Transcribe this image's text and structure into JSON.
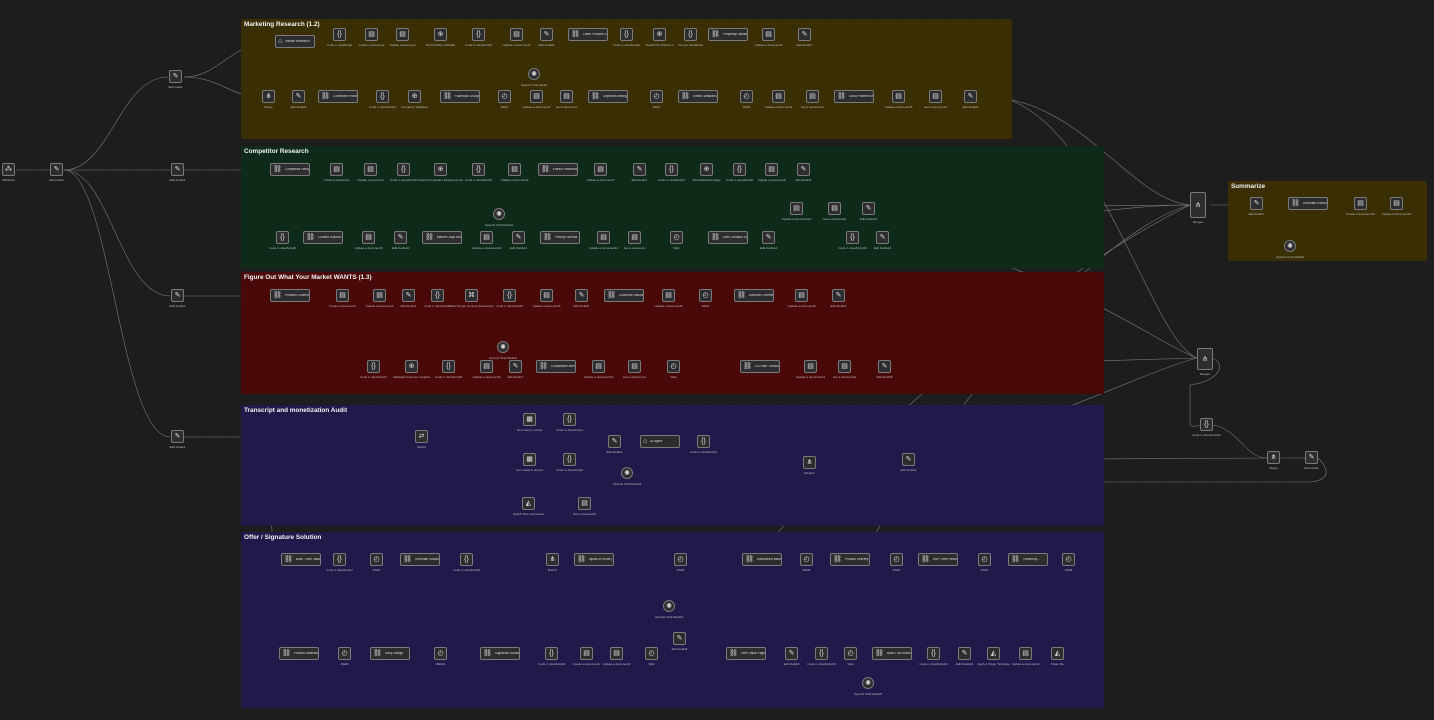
{
  "groups": {
    "marketing": {
      "title": "Marketing Research (1.2)",
      "color": "#3a2e05"
    },
    "competitor": {
      "title": "Competitor Research",
      "color": "#0e2b1a"
    },
    "wants": {
      "title": "Figure Out What Your Market WANTS (1.3)",
      "color": "#4a0909"
    },
    "transcript": {
      "title": "Transcript and monetization Audit",
      "color": "#1f1a4a"
    },
    "offer": {
      "title": "Offer / Signature Solution",
      "color": "#1f1a4a"
    },
    "summarize": {
      "title": "Summarize",
      "color": "#3a2e05"
    }
  },
  "nodes": {
    "webhook": "Webhook",
    "edit_fields": "Edit Fields",
    "edit_fields1": "Edit Fields",
    "edit_fields2": "Edit Fields2",
    "edit_fields3": "Edit Fields3",
    "edit_fields4": "Edit Fields4",
    "mr_market_research": "Market Research",
    "mr_code_js": "Code in JavaScript",
    "mr_create_doc": "Create a document",
    "mr_update_doc": "Update a document",
    "mr_find_problem": "Find Problem (Reddit)",
    "mr_code_js2": "Code in JavaScript2",
    "mr_update_doc1": "Update a document1",
    "mr_edit_fields": "Edit Fields6",
    "mr_client_problem": "Client Problem List",
    "mr_code_js3": "Code in JavaScript3",
    "mr_reddit_top": "Reddit Top Problems",
    "mr_convert_js": "Convert JavaScript",
    "mr_perplexity": "Perplexity Validation",
    "mr_update_doc2": "Update a document2",
    "mr_edit_fields7": "Edit Fields7",
    "mr_merge": "Merge",
    "mr_edit_fields8": "Edit Fields8",
    "mr_combined": "Combined Problems",
    "mr_code_js4": "Code in JavaScript4",
    "mr_perplexity_validated": "Perplexity Validated",
    "mr_facebook": "Facebook Groups",
    "mr_wait1": "Wait1",
    "mr_update_doc3": "Update a document3",
    "mr_get_doc": "Get a document",
    "mr_objection": "Objection Mining",
    "mr_wait2": "Wait2",
    "mr_extract": "Extract Detailed Activities Wish...",
    "mr_wait3": "Wait3",
    "mr_update_doc4": "Update a document4",
    "mr_get_doc1": "Get a document1",
    "mr_good_problem": "Good Problem Map",
    "mr_update_doc5": "Update a document5",
    "mr_get_doc2": "Get a document2",
    "mr_edit_fields9": "Edit Fields9",
    "mr_openai": "OpenAI Chat Model",
    "cr_competitor": "Competitor Navigation",
    "cr_create_doc": "Create a document",
    "cr_update_doc": "Update a document",
    "cr_code_js5": "Code in JavaScript5",
    "cr_search_comp": "Search Competitor Features (List)",
    "cr_code_js6": "Code in JavaScript6",
    "cr_update_doc6": "Update a document6",
    "cr_extract": "Extract Testimonials...",
    "cr_update_doc7": "Update a document7",
    "cr_edit_fields": "Edit Fields7",
    "cr_code_js7": "Code in JavaScript7",
    "cr_identify": "Identify/Extract Gaps",
    "cr_code_js8": "Code in JavaScript8",
    "cr_update_doc8": "Update a document8",
    "cr_edit_fields9": "Edit Fields9",
    "cr_code_js9": "Code in JavaScript9",
    "cr_content": "Content Solution Map",
    "cr_update_doc9": "Update a document9",
    "cr_edit_fields10": "Edit Fields10",
    "cr_market_gaps": "Market Gaps and Opportunities",
    "cr_update_doc10": "Update a document10",
    "cr_edit_fields11": "Edit Fields11",
    "cr_pricing": "Pricing Formula",
    "cr_update_doc11": "Update a document11",
    "cr_get_doc": "Get a document",
    "cr_wait": "Wait",
    "cr_offer_creation": "Offer Creation Opportunities",
    "cr_edit_fields12": "Edit Fields12",
    "cr_update_doc12": "Update a document12",
    "cr_get_doc2": "Get a document2",
    "cr_edit_fields13": "Edit Fields13",
    "cr_code_js10": "Code in JavaScript10",
    "cr_edit_fields14": "Edit Fields14",
    "cr_openai": "OpenAI Chat Model1",
    "fw_problem": "Problem Content Navigator",
    "fw_create_doc": "Create a document1",
    "fw_update_doc": "Update a document4",
    "fw_edit_fields": "Edit Fields4",
    "fw_code_js": "Code in JavaScript5",
    "fw_data_scrape": "Data Scrape Content (Facebook)",
    "fw_code_js2": "Code in JavaScript6",
    "fw_update_doc2": "Update a document5",
    "fw_edit_fields2": "Edit Fields5",
    "fw_customer": "Customer Discovery",
    "fw_update_doc3": "Update a document6",
    "fw_wait": "Wait1",
    "fw_discover": "Discover Common Audi...",
    "fw_update_doc4": "Update a document8",
    "fw_edit_fields3": "Edit Fields6",
    "fw_code_js3": "Code in JavaScript7",
    "fw_validated": "Validated Customer Insights",
    "fw_code_js4": "Code in JavaScript8",
    "fw_update_doc5": "Update a document9",
    "fw_edit_fields4": "Edit Fields7",
    "fw_competitive": "Competitive Identification",
    "fw_update_doc6": "Update a document10",
    "fw_get_doc": "Get a document1",
    "fw_wait2": "Wait",
    "fw_lis_user": "LIS User Transformation...",
    "fw_update_doc7": "Update a document11",
    "fw_get_doc2": "Get a document2",
    "fw_edit_fields5": "Edit Fields8",
    "fw_openai": "OpenAI Chat Model2",
    "ta_switch": "Switch",
    "ta_get_sheet": "Get row(s) in sheet",
    "ta_code_js": "Code in JavaScript1",
    "ta_get_sheet1": "Get row(s) in sheet1",
    "ta_code_js2": "Code in JavaScript2",
    "ta_edit_fields": "Edit Fields2",
    "ta_ai_agent": "AI Agent",
    "ta_code_js3": "Code in JavaScript3",
    "ta_openai": "OpenAI Chat Model3",
    "ta_merge": "Merge2",
    "ta_edit_fields2": "Edit Fields3",
    "ta_search_files": "Search files and folders",
    "ta_get_doc": "Get a document3",
    "of_build": "Build \"Offer Value Summary\"",
    "of_code_js": "Code in JavaScript7",
    "of_wait": "Wait4",
    "of_generate": "Generate Solutions...",
    "of_code_js2": "Code in JavaScript8",
    "of_branch": "Branch",
    "of_outputs": "Inputs of Route (13)",
    "of_wait2": "Wait5",
    "of_discovered": "Discovered Market Recommendation...",
    "of_wait3": "Wait6",
    "of_product": "Product Delivery Outline",
    "of_wait4": "Wait4",
    "of_mvp": "MVP Offer Research Plan",
    "of_wait5": "Wait7",
    "of_testimony": "Testimony...",
    "of_wait6": "Wait8",
    "of_product_def": "Product Definition",
    "of_wait7": "Wait9",
    "of_story": "Story Design",
    "of_wait8": "Wait10",
    "of_signature": "Signature Solution + Offer",
    "of_code_js3": "Code in JavaScript9",
    "of_create_doc": "Create a document1",
    "of_update_doc": "Update a document2",
    "of_wait9": "Wait",
    "of_edit_fields": "Edit Fields8",
    "of_offer_stack": "Offer Value Pages",
    "of_edit_fields2": "Edit Fields9",
    "of_code_js4": "Code in JavaScript10",
    "of_wait10": "Wait",
    "of_build_ad": "Build 1 Ad Model",
    "of_code_js5": "Code in JavaScript11",
    "of_edit_fields3": "Edit Fields10",
    "of_apply": "Apply 1 Pager Template",
    "of_update_doc2": "Update a document3",
    "of_share": "Share file",
    "of_openai": "OpenAI Chat Model4",
    "of_openai2": "OpenAI Chat Model5",
    "merge1": "Merge1",
    "merge2": "Merge2",
    "merge3": "Merge",
    "code_final": "Code in JavaScript12",
    "edit_fields_final": "Edit Fields",
    "sum_edit": "Edit Fields7",
    "sum_generate": "Generate Executive...",
    "sum_create_doc": "Create a document10",
    "sum_update_doc": "Update a document10",
    "sum_openai": "OpenAI Chat Model6"
  }
}
